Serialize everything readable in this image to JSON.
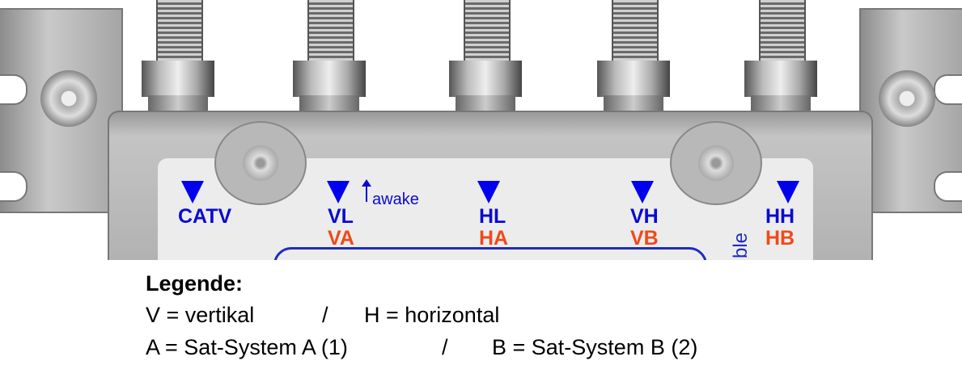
{
  "device": {
    "ports": [
      {
        "top": "CATV",
        "bottom": ""
      },
      {
        "top": "VL",
        "bottom": "VA"
      },
      {
        "top": "HL",
        "bottom": "HA"
      },
      {
        "top": "VH",
        "bottom": "VB"
      },
      {
        "top": "HH",
        "bottom": "HB"
      }
    ],
    "awake_label": "awake",
    "side_text": "ble",
    "colors": {
      "primary": "#0a0ad0",
      "secondary": "#ee4a1a"
    }
  },
  "legend": {
    "title": "Legende:",
    "line1_left": "V = vertikal",
    "line1_sep": "/",
    "line1_right": "H = horizontal",
    "line2_left": "A = Sat-System A (1)",
    "line2_sep": "/",
    "line2_right": "B = Sat-System B (2)"
  }
}
